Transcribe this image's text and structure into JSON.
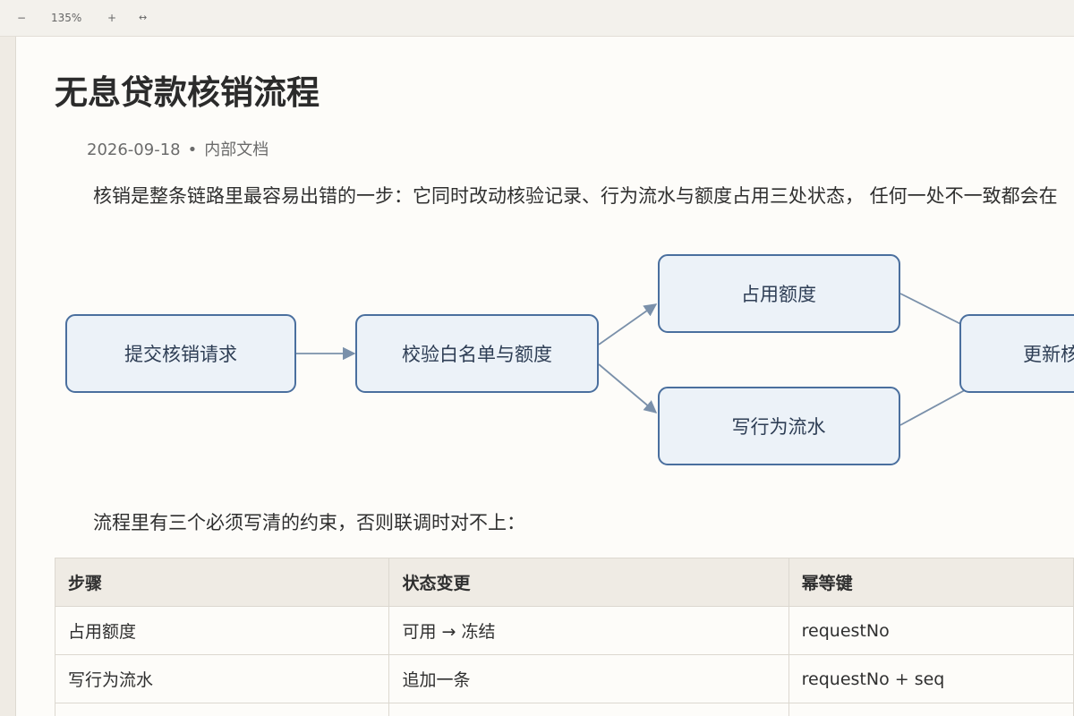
{
  "toolbar": {
    "zoom_out": "−",
    "zoom_level": "135%",
    "zoom_in": "+",
    "fit_width": "↔"
  },
  "doc": {
    "title": "无息贷款核销流程",
    "date": "2026-09-18",
    "separator": "•",
    "category": "内部文档",
    "intro": "核销是整条链路里最容易出错的一步：它同时改动核验记录、行为流水与额度占用三处状态， 任何一处不一致都会在",
    "constraints_intro": "流程里有三个必须写清的约束，否则联调时对不上："
  },
  "flow": {
    "nodes": {
      "submit": "提交核销请求",
      "verify": "校验白名单与额度",
      "occupy": "占用额度",
      "write_log": "写行为流水",
      "update": "更新核"
    }
  },
  "table": {
    "headers": [
      "步骤",
      "状态变更",
      "幂等键"
    ],
    "rows": [
      [
        "占用额度",
        "可用 → 冻结",
        "requestNo"
      ],
      [
        "写行为流水",
        "追加一条",
        "requestNo + seq"
      ],
      [
        "",
        "",
        ""
      ]
    ]
  }
}
